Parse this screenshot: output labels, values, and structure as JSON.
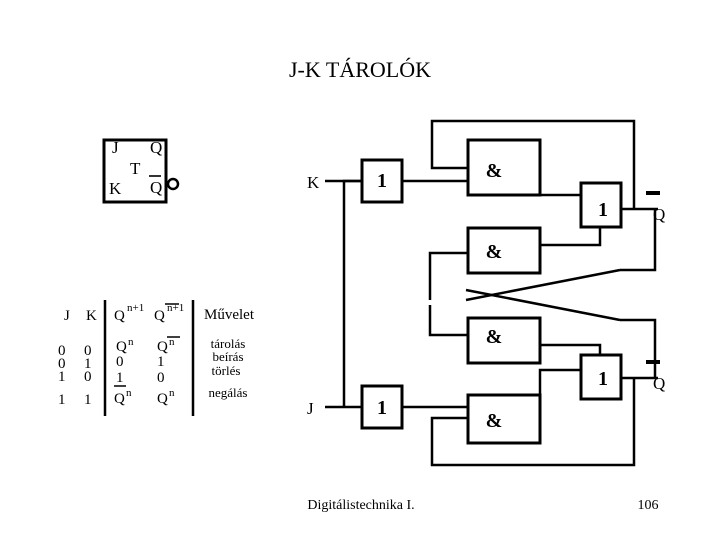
{
  "title": "J-K TÁROLÓK",
  "symbol": {
    "j": "J",
    "k": "K",
    "t": "T",
    "q": "Q",
    "q_bar": "Q"
  },
  "table": {
    "headers": [
      "J",
      "K",
      "Q",
      "n+1",
      "Q",
      "n+1",
      "Művelet"
    ],
    "rows": [
      {
        "j": "0",
        "k": "0",
        "q": "Q",
        "q_sup": "n",
        "qb": "Q",
        "qb_sup": "n",
        "op": "tárolás"
      },
      {
        "j": "0",
        "k": "1",
        "q": "0",
        "q_sup": "",
        "qb": "1",
        "qb_sup": "",
        "op": "beírás"
      },
      {
        "j": "1",
        "k": "0",
        "q": "1",
        "q_sup": "",
        "qb": "0",
        "qb_sup": "",
        "op": "törlés"
      },
      {
        "j": "1",
        "k": "1",
        "q": "Q",
        "q_sup": "n",
        "qb": "Q",
        "qb_sup": "n",
        "op": "negálás"
      }
    ]
  },
  "circuit": {
    "input_k": "K",
    "input_j": "J",
    "gate_or": "1",
    "gate_and": "&",
    "out_q": "Q",
    "out_qbar": "Q"
  },
  "footer": {
    "left": "Digitálistechnika I.",
    "page": "106"
  }
}
